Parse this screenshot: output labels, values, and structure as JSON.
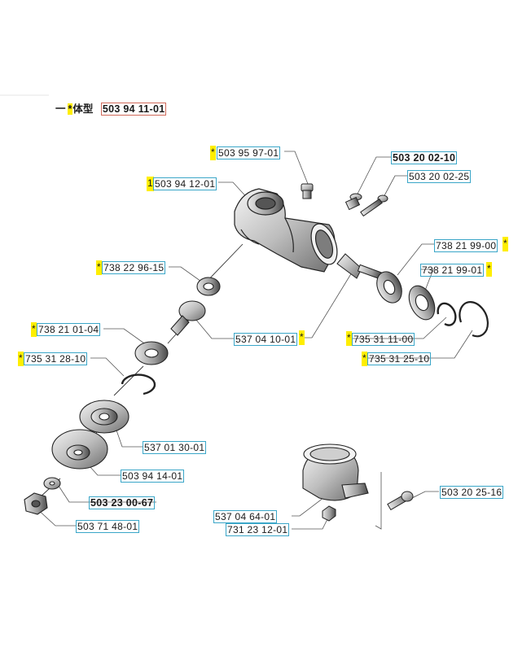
{
  "title": {
    "prefix": "一",
    "star": "*",
    "text": "体型",
    "part": "503 94 11-01"
  },
  "labels": [
    {
      "id": "l1",
      "text": "503 95 97-01",
      "star": "*"
    },
    {
      "id": "l2",
      "text": "503 20 02-10",
      "star": ""
    },
    {
      "id": "l3",
      "text": "503 20 02-25",
      "star": ""
    },
    {
      "id": "l4",
      "text": "503 94 12-01",
      "star": "1"
    },
    {
      "id": "l5",
      "text": "738 21 99-00",
      "star": "*"
    },
    {
      "id": "l6",
      "text": "738 22 96-15",
      "star": "*"
    },
    {
      "id": "l7",
      "text": "738 21 99-01",
      "star": "*"
    },
    {
      "id": "l8",
      "text": "738 21 01-04",
      "star": "*"
    },
    {
      "id": "l9",
      "text": "537 04 10-01",
      "star": "*"
    },
    {
      "id": "l10",
      "text": "735 31 11-00",
      "star": "*"
    },
    {
      "id": "l11",
      "text": "735 31 28-10",
      "star": "*"
    },
    {
      "id": "l12",
      "text": "735 31 25-10",
      "star": "*"
    },
    {
      "id": "l13",
      "text": "537 01 30-01",
      "star": ""
    },
    {
      "id": "l14",
      "text": "503 94 14-01",
      "star": ""
    },
    {
      "id": "l15",
      "text": "503 23 00-67",
      "star": ""
    },
    {
      "id": "l16",
      "text": "503 20 25-16",
      "star": ""
    },
    {
      "id": "l17",
      "text": "537 04 64-01",
      "star": ""
    },
    {
      "id": "l18",
      "text": "503 71 48-01",
      "star": ""
    },
    {
      "id": "l19",
      "text": "731 23 12-01",
      "star": ""
    }
  ],
  "colors": {
    "highlight": "#ffee00",
    "label_border": "#3aa6c8",
    "title_border": "#d06a5a"
  }
}
